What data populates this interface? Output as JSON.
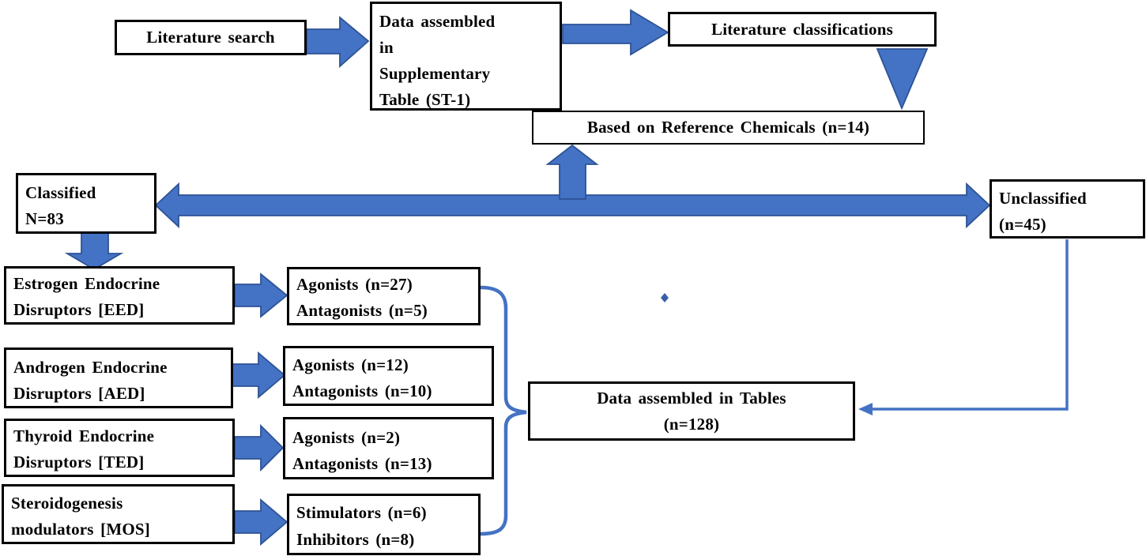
{
  "diagram": {
    "description": "Flowchart of literature-based classification of endocrine disrupting chemicals",
    "colors": {
      "arrow_fill": "#4472C4",
      "arrow_border": "#2E5395",
      "connector_blue": "#4472C4",
      "box_border": "#000000",
      "box_background": "#FFFFFF",
      "text": "#000000"
    },
    "nodes": {
      "literature_search": {
        "label": "Literature search"
      },
      "data_assembled_st1": {
        "label": "Data assembled\nin\nSupplementary\nTable (ST-1)"
      },
      "literature_classifications": {
        "label": "Literature classifications"
      },
      "based_on_reference": {
        "label": "Based on Reference Chemicals (n=14)"
      },
      "classified": {
        "label": "Classified\nN=83"
      },
      "unclassified": {
        "label": "Unclassified\n(n=45)"
      },
      "eed": {
        "label": "Estrogen Endocrine\nDisruptors [EED]"
      },
      "aed": {
        "label": "Androgen Endocrine\nDisruptors [AED]"
      },
      "ted": {
        "label": "Thyroid Endocrine\nDisruptors [TED]"
      },
      "mos": {
        "label": "Steroidogenesis\nmodulators [MOS]"
      },
      "eed_results": {
        "label": "Agonists (n=27)\nAntagonists (n=5)"
      },
      "aed_results": {
        "label": "Agonists (n=12)\nAntagonists (n=10)"
      },
      "ted_results": {
        "label": "Agonists (n=2)\nAntagonists (n=13)"
      },
      "mos_results": {
        "label": "Stimulators (n=6)\nInhibitors (n=8)"
      },
      "tables": {
        "label": "Data assembled in Tables\n(n=128)"
      }
    },
    "counts": {
      "reference_chemicals": 14,
      "classified": 83,
      "unclassified": 45,
      "eed_agonists": 27,
      "eed_antagonists": 5,
      "aed_agonists": 12,
      "aed_antagonists": 10,
      "ted_agonists": 2,
      "ted_antagonists": 13,
      "mos_stimulators": 6,
      "mos_inhibitors": 8,
      "tables_total": 128
    }
  }
}
